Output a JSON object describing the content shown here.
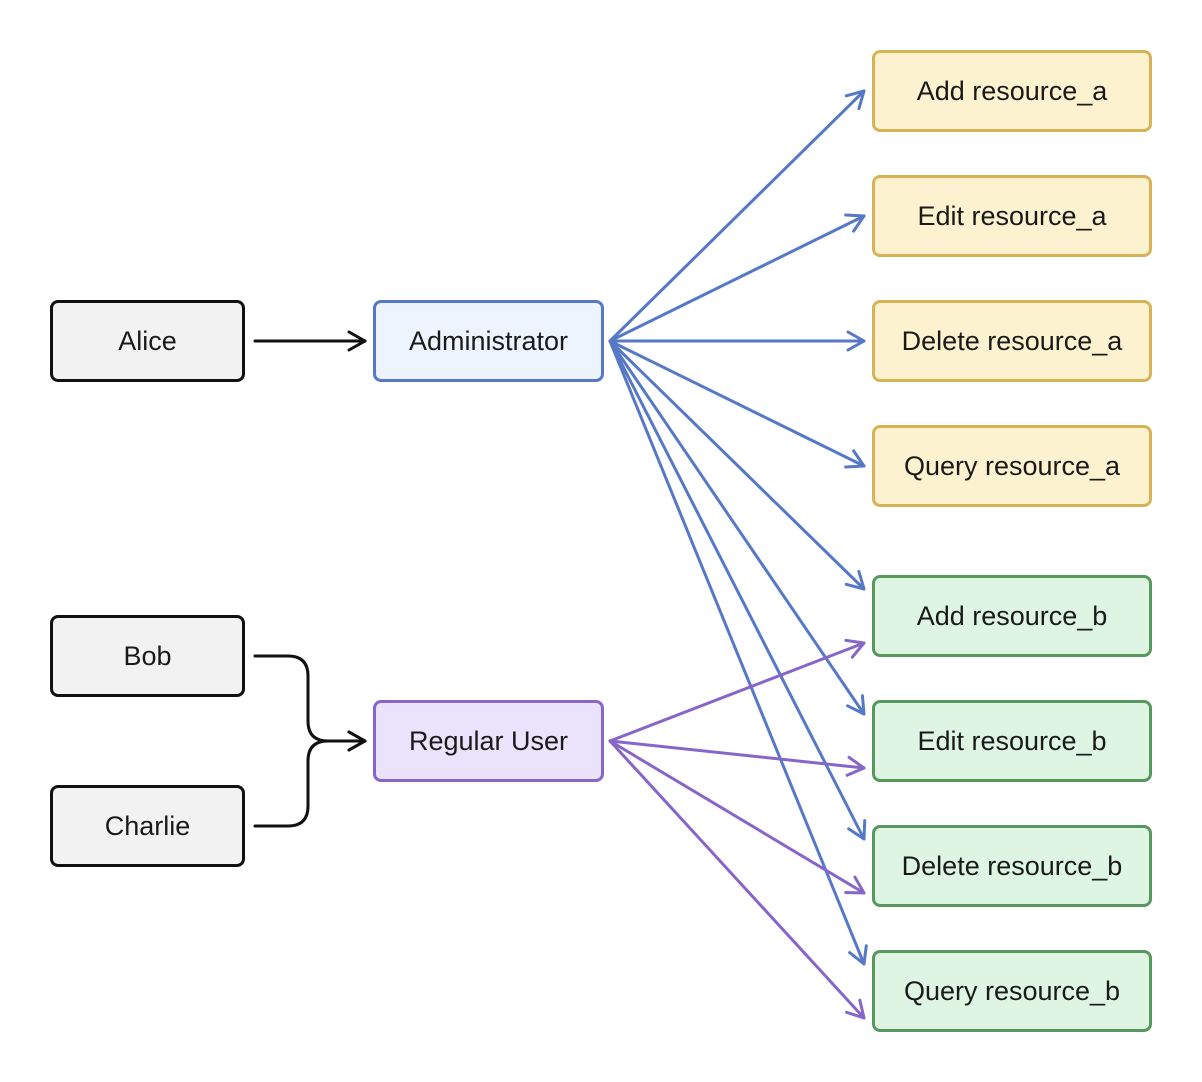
{
  "colors": {
    "user_fill": "#f2f2f2",
    "user_stroke": "#111111",
    "admin_fill": "#eef4fd",
    "admin_stroke": "#5678c7",
    "regular_fill": "#eae3fb",
    "regular_stroke": "#8866c9",
    "resource_a_fill": "#fdf2cf",
    "resource_a_stroke": "#d6b357",
    "resource_b_fill": "#dff5e3",
    "resource_b_stroke": "#58985f",
    "admin_edge": "#5678c7",
    "regular_edge": "#8866c9",
    "user_edge": "#111111"
  },
  "users": [
    {
      "id": "alice",
      "label": "Alice"
    },
    {
      "id": "bob",
      "label": "Bob"
    },
    {
      "id": "charlie",
      "label": "Charlie"
    }
  ],
  "roles": [
    {
      "id": "admin",
      "label": "Administrator"
    },
    {
      "id": "regular",
      "label": "Regular User"
    }
  ],
  "permissions": [
    {
      "id": "add-a",
      "label": "Add resource_a",
      "group": "resource_a"
    },
    {
      "id": "edit-a",
      "label": "Edit resource_a",
      "group": "resource_a"
    },
    {
      "id": "delete-a",
      "label": "Delete resource_a",
      "group": "resource_a"
    },
    {
      "id": "query-a",
      "label": "Query resource_a",
      "group": "resource_a"
    },
    {
      "id": "add-b",
      "label": "Add resource_b",
      "group": "resource_b"
    },
    {
      "id": "edit-b",
      "label": "Edit resource_b",
      "group": "resource_b"
    },
    {
      "id": "delete-b",
      "label": "Delete resource_b",
      "group": "resource_b"
    },
    {
      "id": "query-b",
      "label": "Query resource_b",
      "group": "resource_b"
    }
  ],
  "edges": [
    {
      "from": "alice",
      "to": "admin"
    },
    {
      "from": "bob",
      "to": "regular"
    },
    {
      "from": "charlie",
      "to": "regular"
    },
    {
      "from": "admin",
      "to": "add-a"
    },
    {
      "from": "admin",
      "to": "edit-a"
    },
    {
      "from": "admin",
      "to": "delete-a"
    },
    {
      "from": "admin",
      "to": "query-a"
    },
    {
      "from": "admin",
      "to": "add-b"
    },
    {
      "from": "admin",
      "to": "edit-b"
    },
    {
      "from": "admin",
      "to": "delete-b"
    },
    {
      "from": "admin",
      "to": "query-b"
    },
    {
      "from": "regular",
      "to": "add-b"
    },
    {
      "from": "regular",
      "to": "edit-b"
    },
    {
      "from": "regular",
      "to": "delete-b"
    },
    {
      "from": "regular",
      "to": "query-b"
    }
  ]
}
